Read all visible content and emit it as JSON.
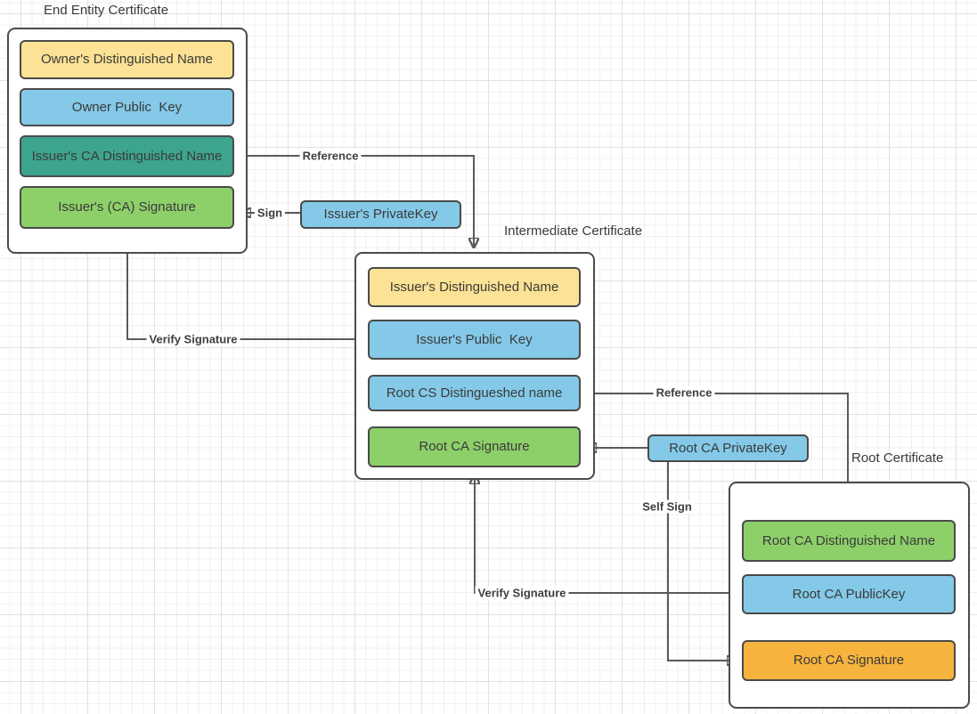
{
  "palette": {
    "yellow": "#FBE294",
    "blue": "#84C9E8",
    "teal": "#3DA48E",
    "green": "#8DD06A",
    "orange": "#F6B33E",
    "line": "#5A5A5A",
    "shape_border": "#4A4A4A",
    "text": "#3A3A3A"
  },
  "groups": {
    "end_entity": {
      "title": "End Entity Certificate",
      "rows": [
        {
          "label": "Owner's Distinguished Name",
          "color": "yellow"
        },
        {
          "label": "Owner Public  Key",
          "color": "blue"
        },
        {
          "label": "Issuer's CA Distinguished Name",
          "color": "teal"
        },
        {
          "label": "Issuer's (CA) Signature",
          "color": "green"
        }
      ]
    },
    "intermediate": {
      "title": "Intermediate Certificate",
      "rows": [
        {
          "label": "Issuer's Distinguished Name",
          "color": "yellow"
        },
        {
          "label": "Issuer's Public  Key",
          "color": "blue"
        },
        {
          "label": "Root CS Distingueshed name",
          "color": "blue"
        },
        {
          "label": "Root CA Signature",
          "color": "green"
        }
      ]
    },
    "root": {
      "title": "Root Certificate",
      "rows": [
        {
          "label": "Root CA Distinguished Name",
          "color": "green"
        },
        {
          "label": "Root CA PublicKey",
          "color": "blue"
        },
        {
          "label": "Root CA Signature",
          "color": "orange"
        }
      ]
    }
  },
  "keys": {
    "issuer_private_key": {
      "label": "Issuer's PrivateKey",
      "color": "blue"
    },
    "root_ca_private_key": {
      "label": "Root CA PrivateKey",
      "color": "blue"
    }
  },
  "edges": {
    "reference_top": "Reference",
    "sign": "Sign",
    "verify_signature_left": "Verify Signature",
    "reference_mid": "Reference",
    "self_sign": "Self Sign",
    "verify_signature_right": "Verify Signature"
  }
}
